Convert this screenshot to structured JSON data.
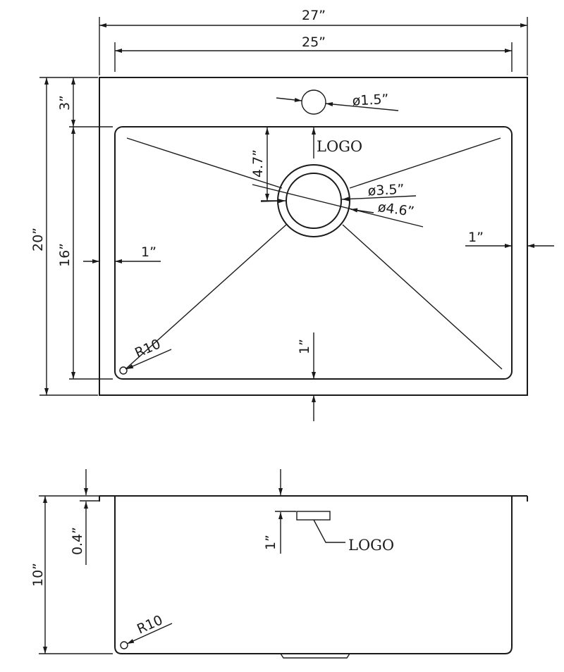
{
  "top_view": {
    "overall_width": "27”",
    "bowl_width": "25”",
    "overall_depth": "20”",
    "rear_deck": "3”",
    "bowl_depth": "16”",
    "left_margin": "1”",
    "right_margin": "1”",
    "front_margin": "1”",
    "faucet_hole": "ø1.5”",
    "drain_inner": "ø3.5”",
    "drain_outer": "ø4.6”",
    "drain_offset": "4.7”",
    "logo_label": "LOGO",
    "corner_radius": "R10"
  },
  "side_view": {
    "height": "10”",
    "flange": "0.4”",
    "logo_offset": "1”",
    "logo_label": "LOGO",
    "corner_radius": "R10"
  }
}
